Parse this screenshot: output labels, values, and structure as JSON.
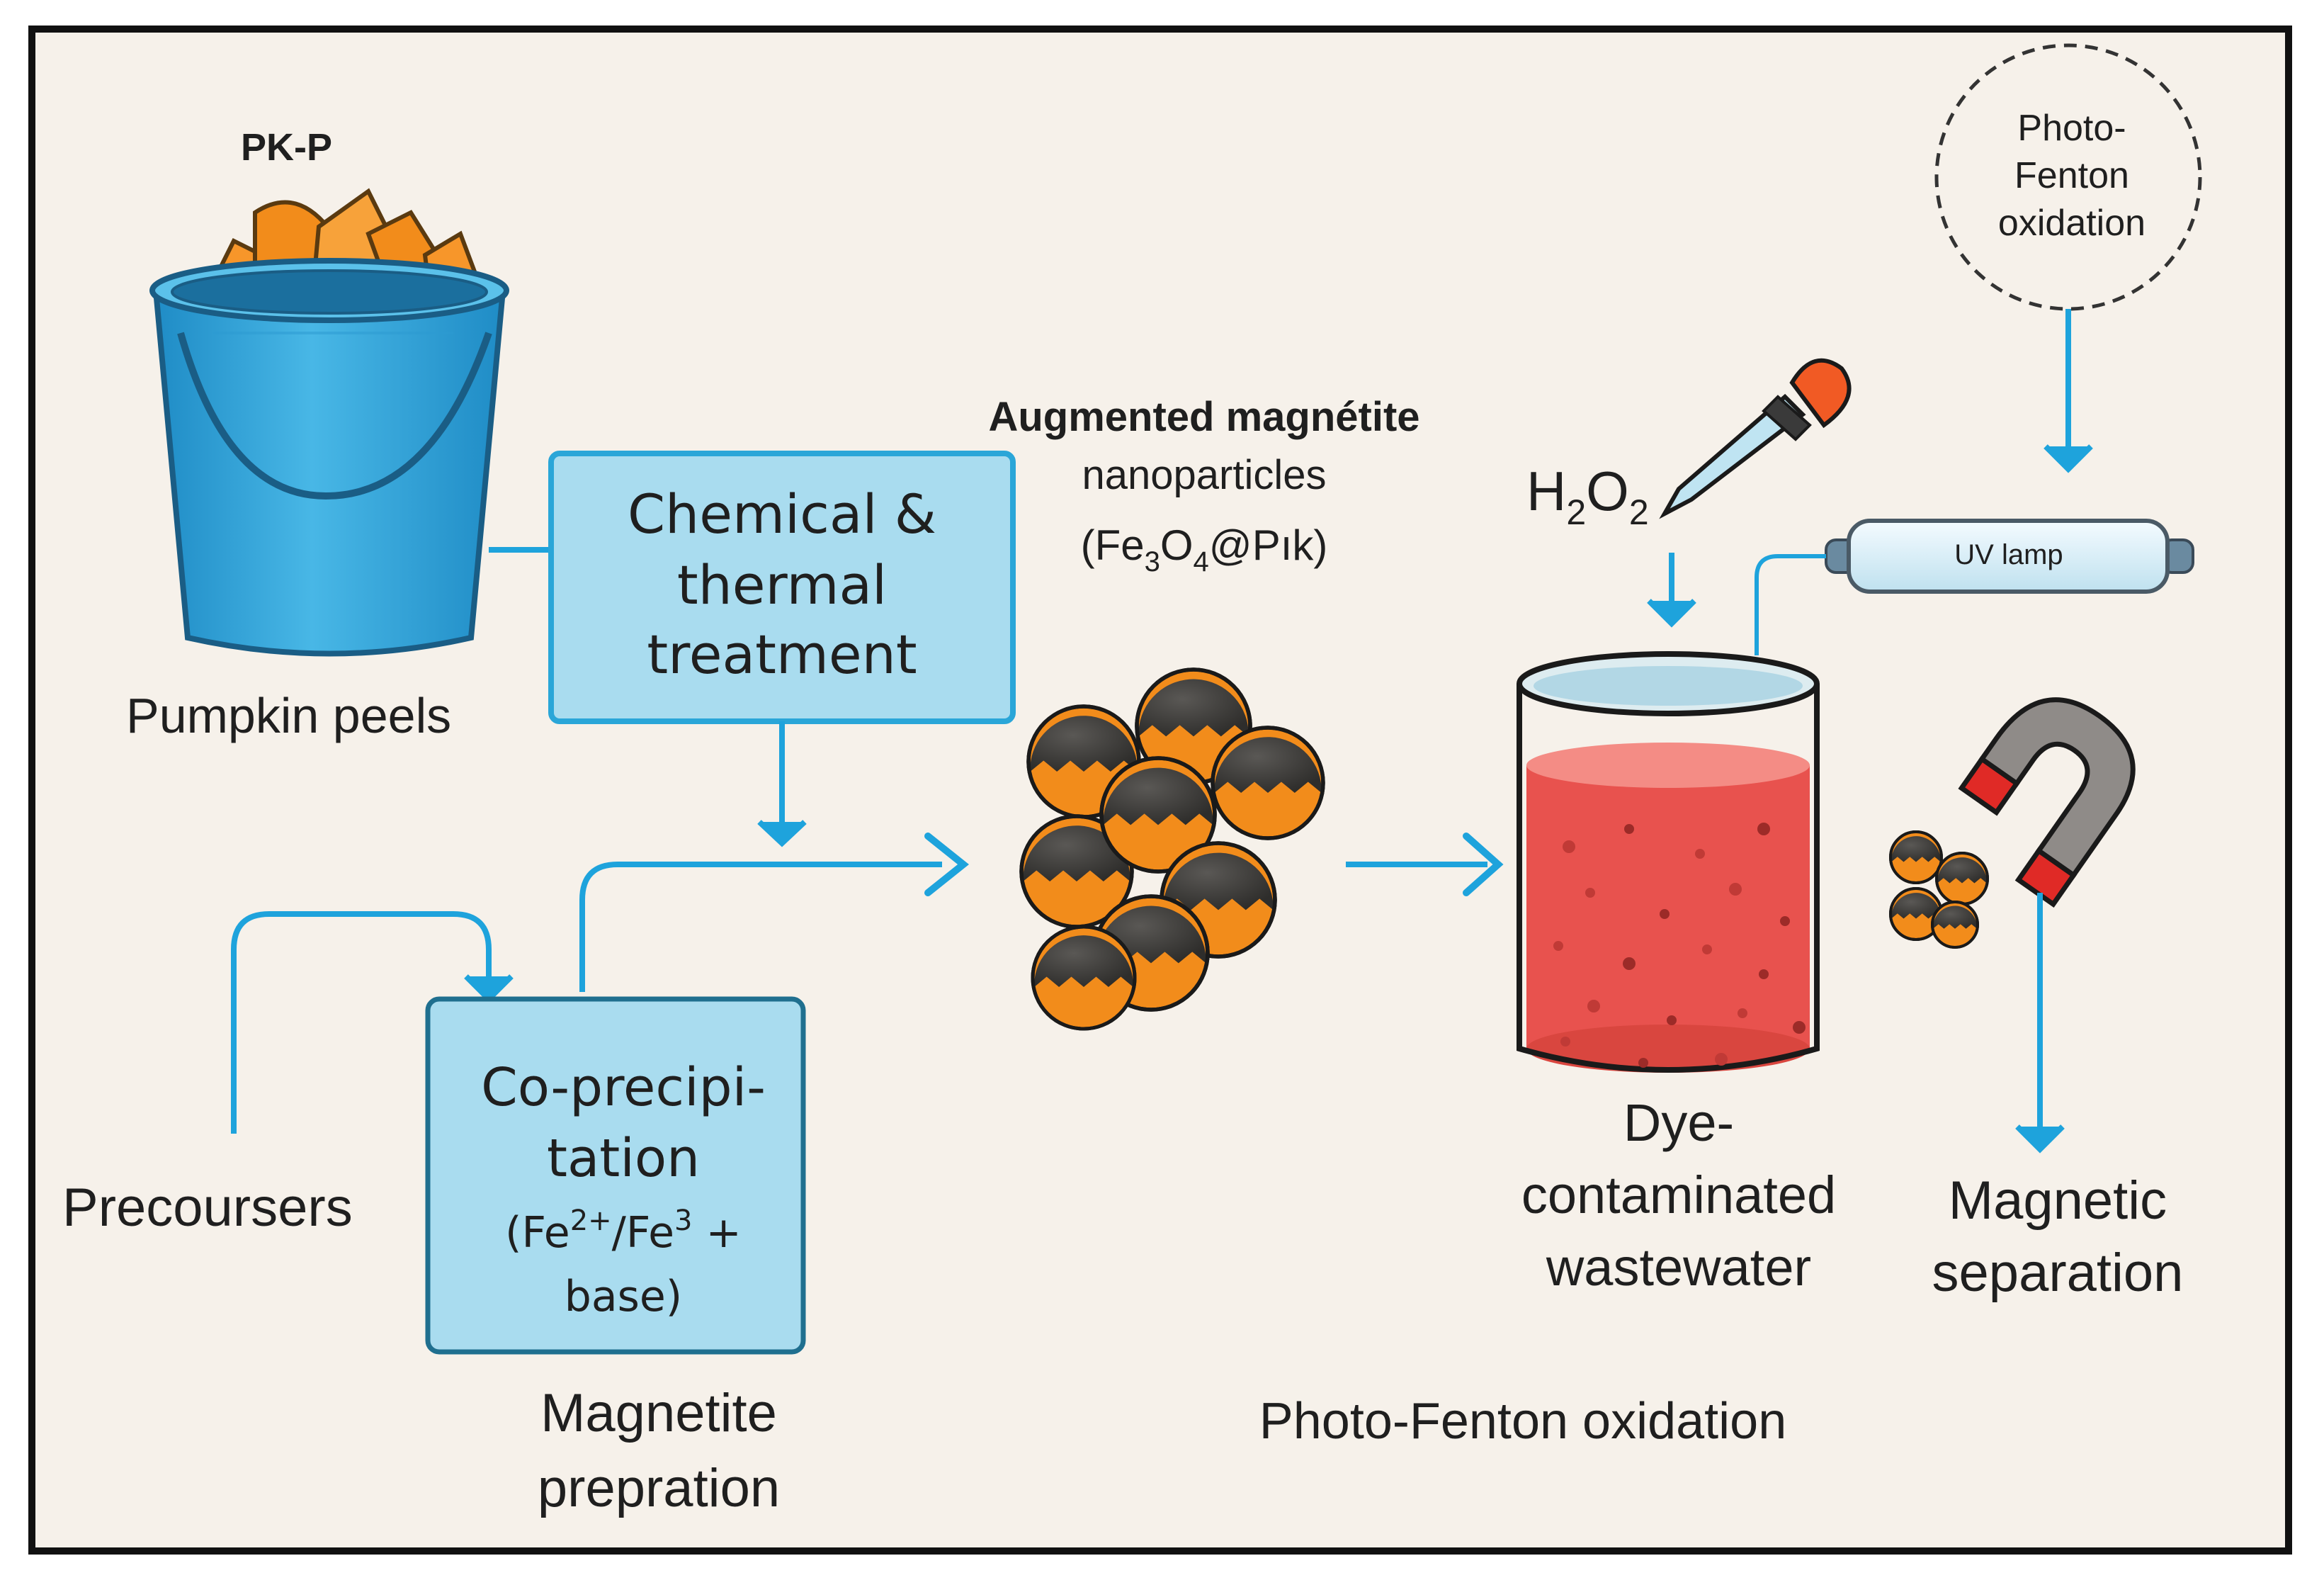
{
  "labels": {
    "pkp": "PK-P",
    "pumpkin_peels": "Pumpkin peels",
    "box_chem": [
      "Chemical &",
      "thermal",
      "treatment"
    ],
    "augmented": [
      "Augmented magnétite",
      "nanoparticles"
    ],
    "formula_fe3o4": {
      "fe": "(Fe",
      "sub3": "3",
      "o": "O",
      "sub4": "4",
      "rest": "@Pık)"
    },
    "h2o2": {
      "h": "H",
      "sub2a": "2",
      "o": "O",
      "sub2b": "2"
    },
    "photo_fenton_circle": [
      "Photo-",
      "Fenton",
      "oxidation"
    ],
    "uv_lamp": "UV lamp",
    "box_coprec": [
      "Co-precipi-",
      "tation"
    ],
    "box_coprec_formula": {
      "a": "(Fe",
      "sup1": "2+",
      "b": "/Fe",
      "sup2": "3",
      "c": " +"
    },
    "box_coprec_base": "base)",
    "precoursers": "Precoursers",
    "magnetite_prep": [
      "Magnetite",
      "prepration"
    ],
    "dye_ww": [
      "Dye-",
      "contaminated",
      "wastewater"
    ],
    "magnetic_sep": [
      "Magnetic",
      "separation"
    ],
    "photo_fenton_bottom": "Photo-Fenton oxidation"
  },
  "colors": {
    "background": "#f6f1ea",
    "box_fill": "#a9dcef",
    "box_stroke": "#2aa6d8",
    "arrow": "#1ea3dc",
    "orange": "#f28c1b",
    "dark_particle": "#3b3a38",
    "liquid": "#e8524e",
    "bucket": "#34a8dc",
    "magnet_gray": "#8f8b88",
    "magnet_red": "#e02a26"
  }
}
